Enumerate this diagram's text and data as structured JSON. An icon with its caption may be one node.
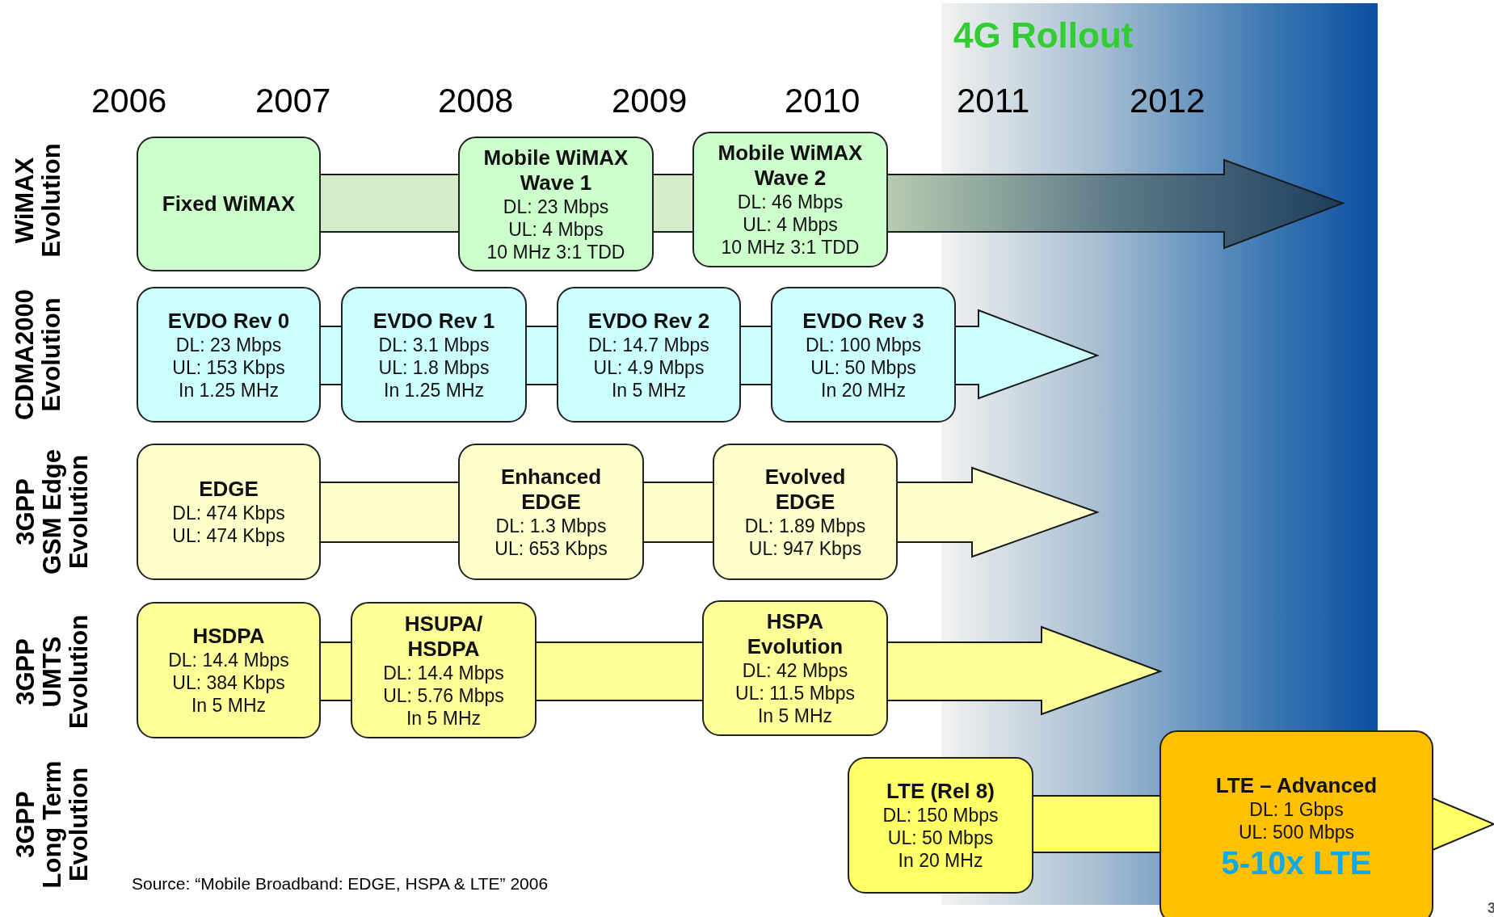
{
  "diagram": {
    "nodes": [
      {
        "text": [
          "Fixed WiMAX"
        ]
      },
      {
        "text": [
          "Mobile WiMAX Wave 1",
          "DL: 23 Mbps",
          "UL: 4 Mbps",
          "10 MHz 3:1 TDD"
        ]
      },
      {
        "text": [
          "Mobile WiMAX Wave 2",
          "DL: 46 Mbps",
          "UL: 4 Mbps",
          "10 MHz 3:1 TDD"
        ]
      },
      {
        "text": [
          "EVDO Rev 0",
          "DL: 23 Mbps",
          "UL: 153 Kbps",
          "In 1.25 MHz"
        ]
      },
      {
        "text": [
          "EVDO Rev 1",
          "DL: 3.1 Mbps",
          "UL: 1.8 Mbps",
          "In 1.25 MHz"
        ]
      },
      {
        "text": [
          "EVDO Rev 2",
          "DL: 14.7 Mbps",
          "UL: 4.9 Mbps",
          "In 5 MHz"
        ]
      },
      {
        "text": [
          "EVDO Rev 3",
          "DL: 100 Mbps",
          "UL: 50 Mbps",
          "In 20 MHz"
        ]
      },
      {
        "text": [
          "EDGE",
          "DL: 474 Kbps",
          "UL: 474 Kbps"
        ]
      },
      {
        "text": [
          "Enhanced EDGE",
          "DL: 1.3 Mbps",
          "UL: 653 Kbps"
        ]
      },
      {
        "text": [
          "Evolved EDGE",
          "DL: 1.89 Mbps",
          "UL: 947 Kbps"
        ]
      },
      {
        "text": [
          "HSDPA",
          "DL: 14.4 Mbps",
          "UL: 384 Kbps",
          "In 5 MHz"
        ]
      },
      {
        "text": [
          "HSUPA/ HSDPA",
          "DL: 14.4 Mbps",
          "UL: 5.76 Mbps",
          "In 5 MHz"
        ]
      },
      {
        "text": [
          "HSPA Evolution",
          "DL: 42 Mbps",
          "UL: 11.5 Mbps",
          "In 5 MHz"
        ]
      },
      {
        "text": [
          "LTE (Rel 8)",
          "DL: 150 Mbps",
          "UL: 50 Mbps",
          "In 20 MHz"
        ]
      },
      {
        "text": [
          "LTE – Advanced",
          "DL: 1 Gbps",
          "UL: 500 Mbps",
          "5-10x LTE"
        ]
      }
    ],
    "edges": [
      {
        "from": 0,
        "to": 1,
        "arrow": "none"
      },
      {
        "from": 1,
        "to": 2,
        "arrow": "none"
      },
      {
        "from": 2,
        "to": null,
        "arrow": "to"
      },
      {
        "from": 3,
        "to": 4,
        "arrow": "none"
      },
      {
        "from": 4,
        "to": 5,
        "arrow": "none"
      },
      {
        "from": 5,
        "to": 6,
        "arrow": "none"
      },
      {
        "from": 6,
        "to": null,
        "arrow": "to"
      },
      {
        "from": 7,
        "to": 8,
        "arrow": "none"
      },
      {
        "from": 8,
        "to": 9,
        "arrow": "none"
      },
      {
        "from": 9,
        "to": null,
        "arrow": "to"
      },
      {
        "from": 10,
        "to": 11,
        "arrow": "none"
      },
      {
        "from": 11,
        "to": 12,
        "arrow": "none"
      },
      {
        "from": 12,
        "to": null,
        "arrow": "to"
      },
      {
        "from": 13,
        "to": 14,
        "arrow": "none"
      },
      {
        "from": 14,
        "to": null,
        "arrow": "to"
      }
    ],
    "labels": [
      "4G Rollout",
      "2006",
      "2007",
      "2008",
      "2009",
      "2010",
      "2011",
      "2012",
      "WiMAX Evolution",
      "CDMA2000 Evolution",
      "3GPP GSM Edge Evolution",
      "3GPP UMTS Evolution",
      "3GPP Long Term Evolution",
      "Source: “Mobile Broadband: EDGE, HSPA & LTE” 2006",
      "3"
    ]
  }
}
